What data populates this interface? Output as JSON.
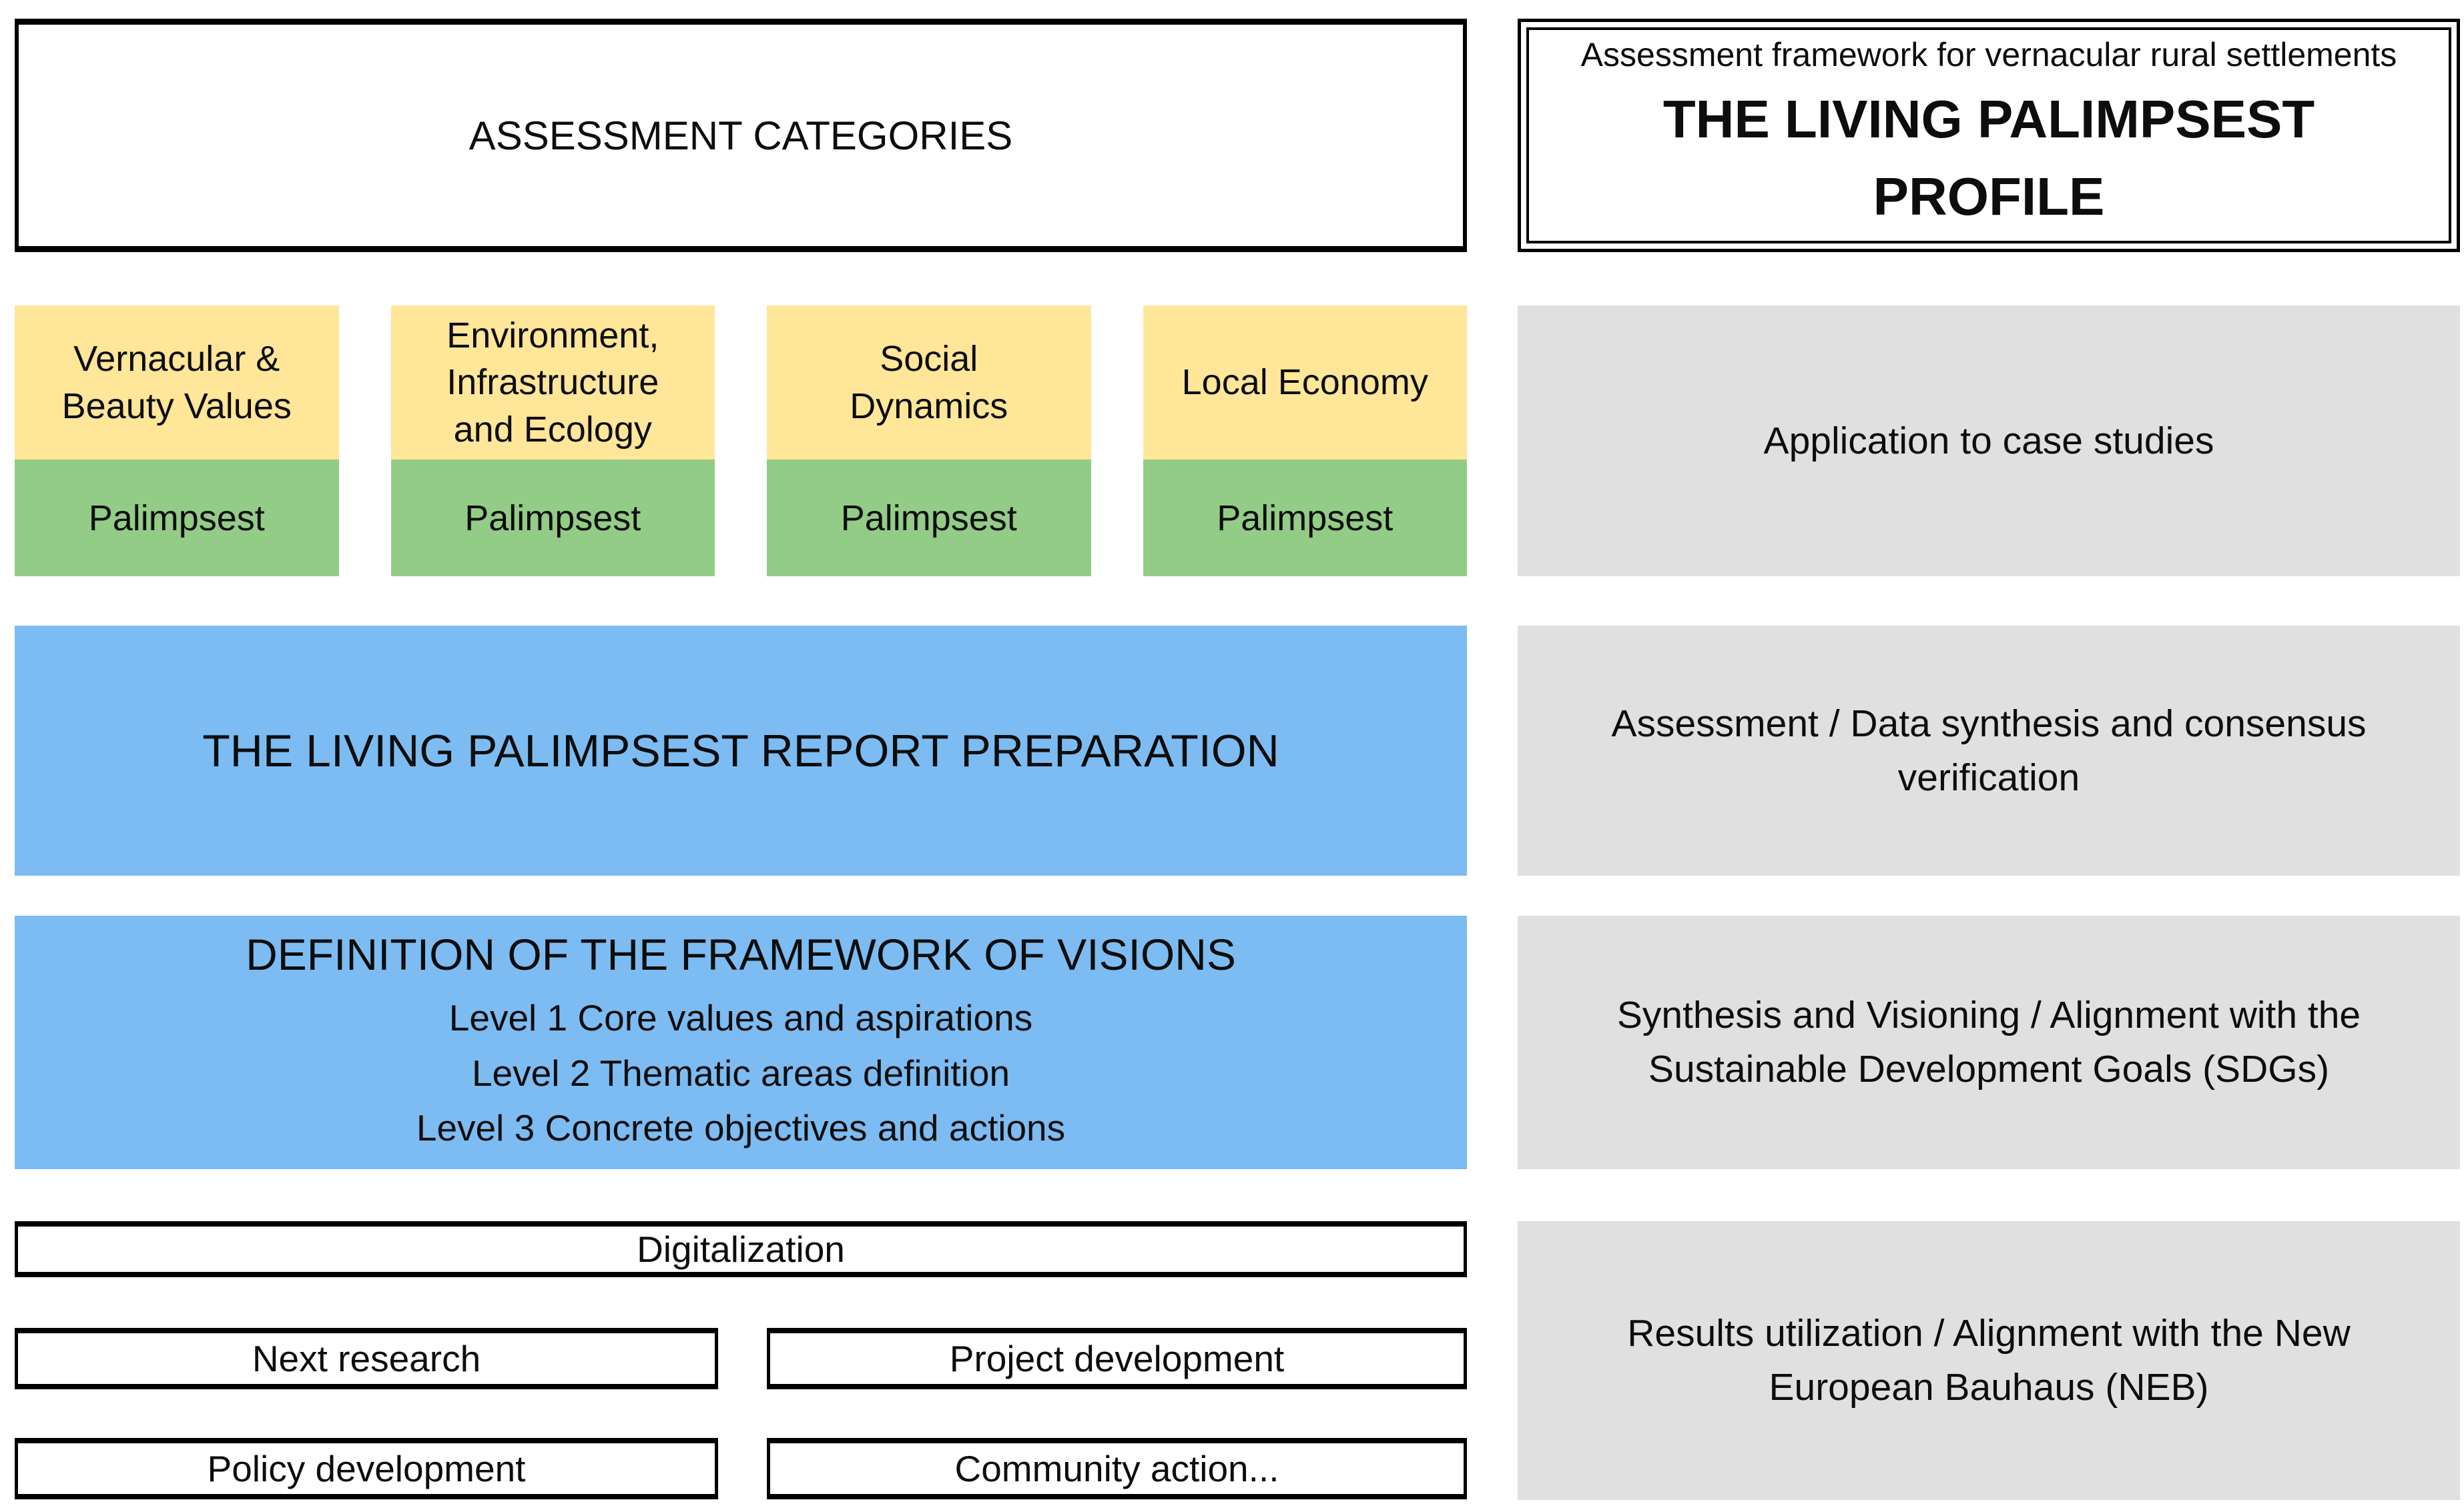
{
  "header": {
    "left_title": "ASSESSMENT CATEGORIES",
    "right_subtitle": "Assessment framework for vernacular rural settlements",
    "right_title": "THE LIVING PALIMPSEST PROFILE"
  },
  "categories": [
    {
      "lines": [
        "Vernacular &",
        "Beauty Values"
      ],
      "sub": "Palimpsest"
    },
    {
      "lines": [
        "Environment,",
        "Infrastructure",
        "and Ecology"
      ],
      "sub": "Palimpsest"
    },
    {
      "lines": [
        "Social",
        "Dynamics"
      ],
      "sub": "Palimpsest"
    },
    {
      "lines": [
        "Local Economy"
      ],
      "sub": "Palimpsest"
    }
  ],
  "process": {
    "report_preparation": "THE LIVING PALIMPSEST REPORT PREPARATION",
    "framework_title": "DEFINITION OF THE FRAMEWORK OF VISIONS",
    "framework_levels": [
      "Level 1 Core values and aspirations",
      "Level 2 Thematic areas definition",
      "Level 3 Concrete objectives and actions"
    ],
    "digitalization": "Digitalization",
    "outcomes": [
      "Next research",
      "Project development",
      "Policy development",
      "Community action..."
    ]
  },
  "stages": [
    "Application to case studies",
    "Assessment / Data synthesis and consensus verification",
    "Synthesis and Visioning / Alignment with the Sustainable Development Goals (SDGs)",
    "Results utilization / Alignment with the New European Bauhaus (NEB)"
  ],
  "colors": {
    "category_yellow": "#ffe699",
    "palimpsest_green": "#93cc86",
    "process_blue": "#7cbcf2",
    "stage_gray": "#e0e0e0",
    "border_black": "#000000",
    "background": "#ffffff"
  }
}
